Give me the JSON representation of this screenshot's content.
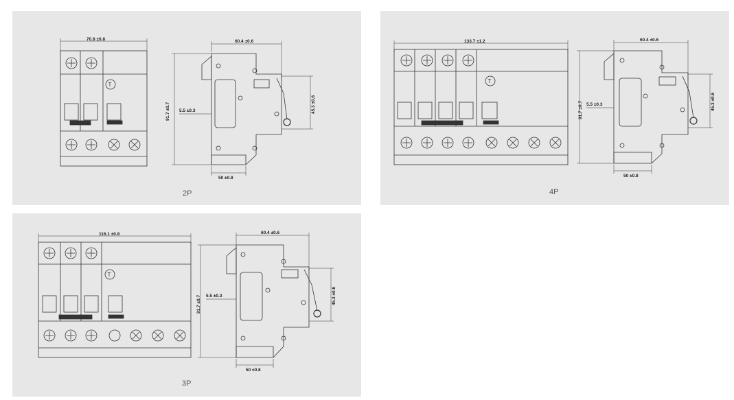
{
  "panels": [
    {
      "id": "2p",
      "caption": "2P",
      "dims": {
        "front_width": "70.8 ±0.8",
        "side_width": "60.4 ±0.6",
        "height": "91.7 ±0.7",
        "rail": "5.5 ±0.3",
        "depth": "45.3 ±0.6",
        "base": "50 ±0.8"
      }
    },
    {
      "id": "4p",
      "caption": "4P",
      "dims": {
        "front_width": "133.7 ±1.2",
        "side_width": "60.4 ±0.6",
        "height": "91.7 ±0.7",
        "rail": "5.5 ±0.3",
        "depth": "45.3 ±0.6",
        "base": "50 ±0.8"
      }
    },
    {
      "id": "3p",
      "caption": "3P",
      "dims": {
        "front_width": "116.1 ±0.8",
        "side_width": "60.4 ±0.6",
        "height": "91.7 ±0.7",
        "rail": "5.5 ±0.3",
        "depth": "45.3 ±0.6",
        "base": "50 ±0.8"
      }
    }
  ],
  "test_button_glyph": "T",
  "colors": {
    "panel_bg": "#e7e7e7",
    "line": "#333333",
    "caption": "#555555"
  }
}
